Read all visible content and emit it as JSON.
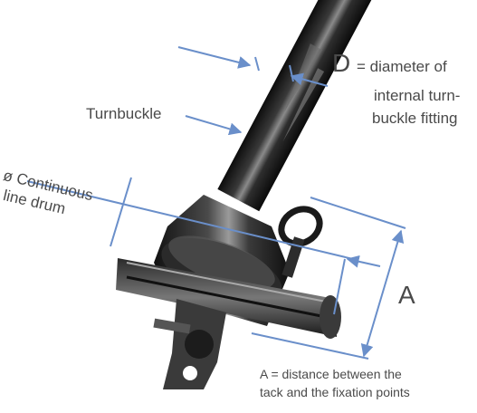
{
  "labels": {
    "d_letter": "D",
    "d_line1": "= diameter of",
    "d_line2": "internal turn-",
    "d_line3": "buckle fitting",
    "turnbuckle": "Turnbuckle",
    "drum_line1": "ø Continuous",
    "drum_line2": "line drum",
    "a_letter": "A",
    "a_line1": "A = distance between the",
    "a_line2": "tack and the fixation points"
  },
  "colors": {
    "dimension_line": "#6a8fca",
    "text": "#4a4a4a",
    "metal_dark": "#1c1c1c",
    "metal_mid": "#555555"
  }
}
